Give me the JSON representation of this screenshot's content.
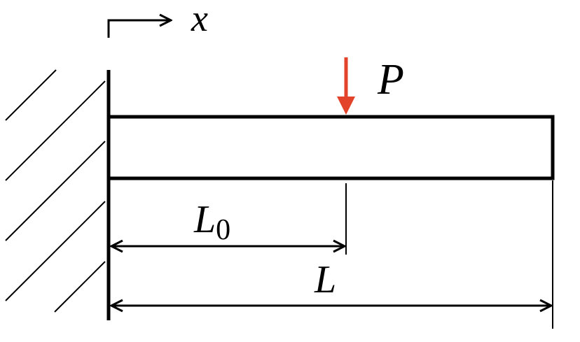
{
  "labels": {
    "axis_x": "x",
    "load": "P",
    "dim_l0_main": "L",
    "dim_l0_sub": "0",
    "dim_l": "L"
  },
  "colors": {
    "stroke": "#000000",
    "load_arrow": "#e2432a",
    "background": "#ffffff"
  }
}
